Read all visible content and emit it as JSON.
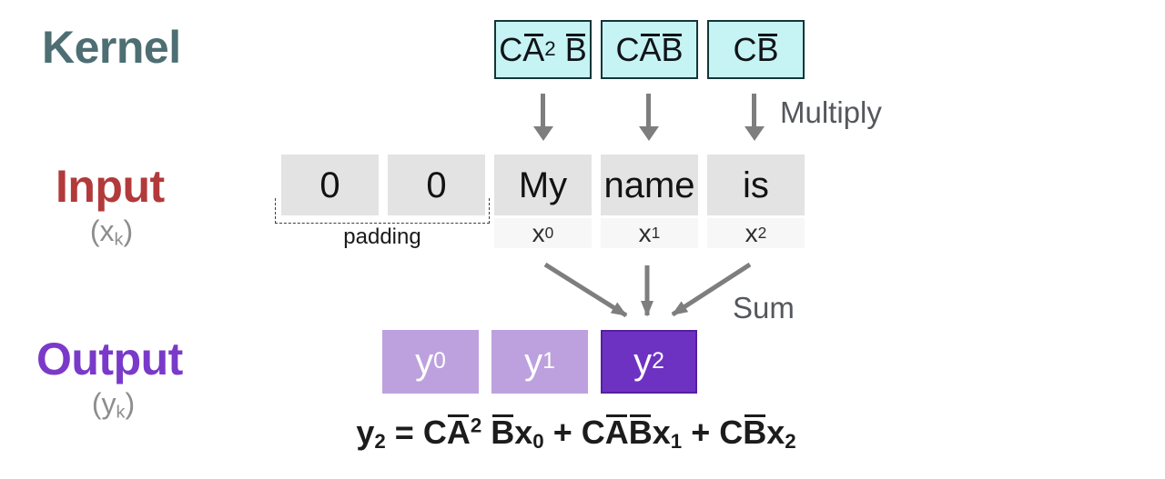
{
  "colors": {
    "kernel_label": "#4d6e72",
    "input_label": "#b23a3a",
    "output_label": "#7a3ac9",
    "kernel_box_fill": "#c6f3f4",
    "kernel_box_border": "#153537",
    "input_cell_fill": "#e3e3e3",
    "input_index_fill": "#f7f7f7",
    "output_cell_light": "#bda1de",
    "output_cell_dark": "#6e32c2",
    "arrow_gray": "#7e7e7e",
    "annotation_gray": "#54575b",
    "muted_gray": "#8d8d8d"
  },
  "labels": {
    "kernel": "Kernel",
    "input": "Input",
    "input_sub": [
      {
        "t": "(x"
      },
      {
        "t": "k",
        "sub": true
      },
      {
        "t": ")"
      }
    ],
    "output": "Output",
    "output_sub": [
      {
        "t": "(y"
      },
      {
        "t": "k",
        "sub": true
      },
      {
        "t": ")"
      }
    ],
    "multiply": "Multiply",
    "sum": "Sum",
    "padding": "padding"
  },
  "kernel": {
    "cells": [
      {
        "plain": "CĀ²B̄",
        "tokens": [
          {
            "t": "C"
          },
          {
            "t": "A",
            "over": true
          },
          {
            "t": "2",
            "sup": true
          },
          {
            "t": " "
          },
          {
            "t": "B",
            "over": true
          }
        ]
      },
      {
        "plain": "CĀB̄",
        "tokens": [
          {
            "t": "C"
          },
          {
            "t": "A",
            "over": true
          },
          {
            "t": "B",
            "over": true
          }
        ]
      },
      {
        "plain": "CB̄",
        "tokens": [
          {
            "t": "C"
          },
          {
            "t": "B",
            "over": true
          }
        ]
      }
    ]
  },
  "input": {
    "cells": [
      "0",
      "0",
      "My",
      "name",
      "is"
    ],
    "indices": [
      [
        {
          "t": "x"
        },
        {
          "t": "0",
          "sub": true
        }
      ],
      [
        {
          "t": "x"
        },
        {
          "t": "1",
          "sub": true
        }
      ],
      [
        {
          "t": "x"
        },
        {
          "t": "2",
          "sub": true
        }
      ]
    ]
  },
  "output": {
    "cells": [
      {
        "variant": "light",
        "label": [
          {
            "t": "y"
          },
          {
            "t": "0",
            "sub": true
          }
        ]
      },
      {
        "variant": "light",
        "label": [
          {
            "t": "y"
          },
          {
            "t": "1",
            "sub": true
          }
        ]
      },
      {
        "variant": "dark",
        "label": [
          {
            "t": "y"
          },
          {
            "t": "2",
            "sub": true
          }
        ]
      }
    ]
  },
  "formula": {
    "plain": "y₂ = CĀ²B̄x₀ + CĀB̄x₁ + CB̄x₂",
    "tokens": [
      {
        "t": "y"
      },
      {
        "t": "2",
        "sub": true
      },
      {
        "t": " = "
      },
      {
        "t": "C"
      },
      {
        "t": "A",
        "over": true
      },
      {
        "t": "2",
        "sup": true
      },
      {
        "t": " "
      },
      {
        "t": "B",
        "over": true
      },
      {
        "t": "x"
      },
      {
        "t": "0",
        "sub": true
      },
      {
        "t": " + "
      },
      {
        "t": "C"
      },
      {
        "t": "A",
        "over": true
      },
      {
        "t": "B",
        "over": true
      },
      {
        "t": "x"
      },
      {
        "t": "1",
        "sub": true
      },
      {
        "t": " + "
      },
      {
        "t": "C"
      },
      {
        "t": "B",
        "over": true
      },
      {
        "t": "x"
      },
      {
        "t": "2",
        "sub": true
      }
    ]
  }
}
